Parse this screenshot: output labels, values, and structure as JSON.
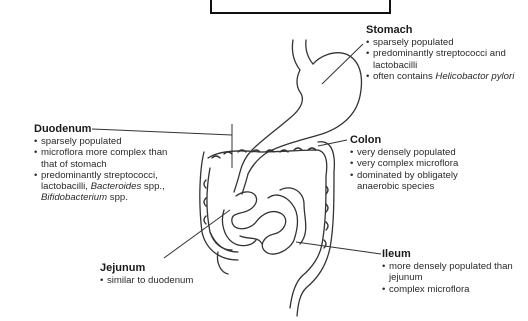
{
  "stomach": {
    "title": "Stomach",
    "bullets": [
      "sparsely populated",
      "predominantly streptococci and lactobacilli",
      "often contains Helicobactor pylori"
    ]
  },
  "duodenum": {
    "title": "Duodenum",
    "bullets": [
      "sparsely populated",
      "microflora more complex than that of stomach",
      "predominantly streptococci, lactobacilli, Bacteroides spp., Bifidobacterium spp."
    ]
  },
  "colon": {
    "title": "Colon",
    "bullets": [
      "very densely populated",
      "very complex microflora",
      "dominated by obligately anaerobic species"
    ]
  },
  "jejunum": {
    "title": "Jejunum",
    "bullets": [
      "similar to duodenum"
    ]
  },
  "ileum": {
    "title": "Ileum",
    "bullets": [
      "more densely populated than jejunum",
      "complex microflora"
    ]
  },
  "colors": {
    "line": "#333333",
    "text": "#222222",
    "background": "#ffffff"
  }
}
